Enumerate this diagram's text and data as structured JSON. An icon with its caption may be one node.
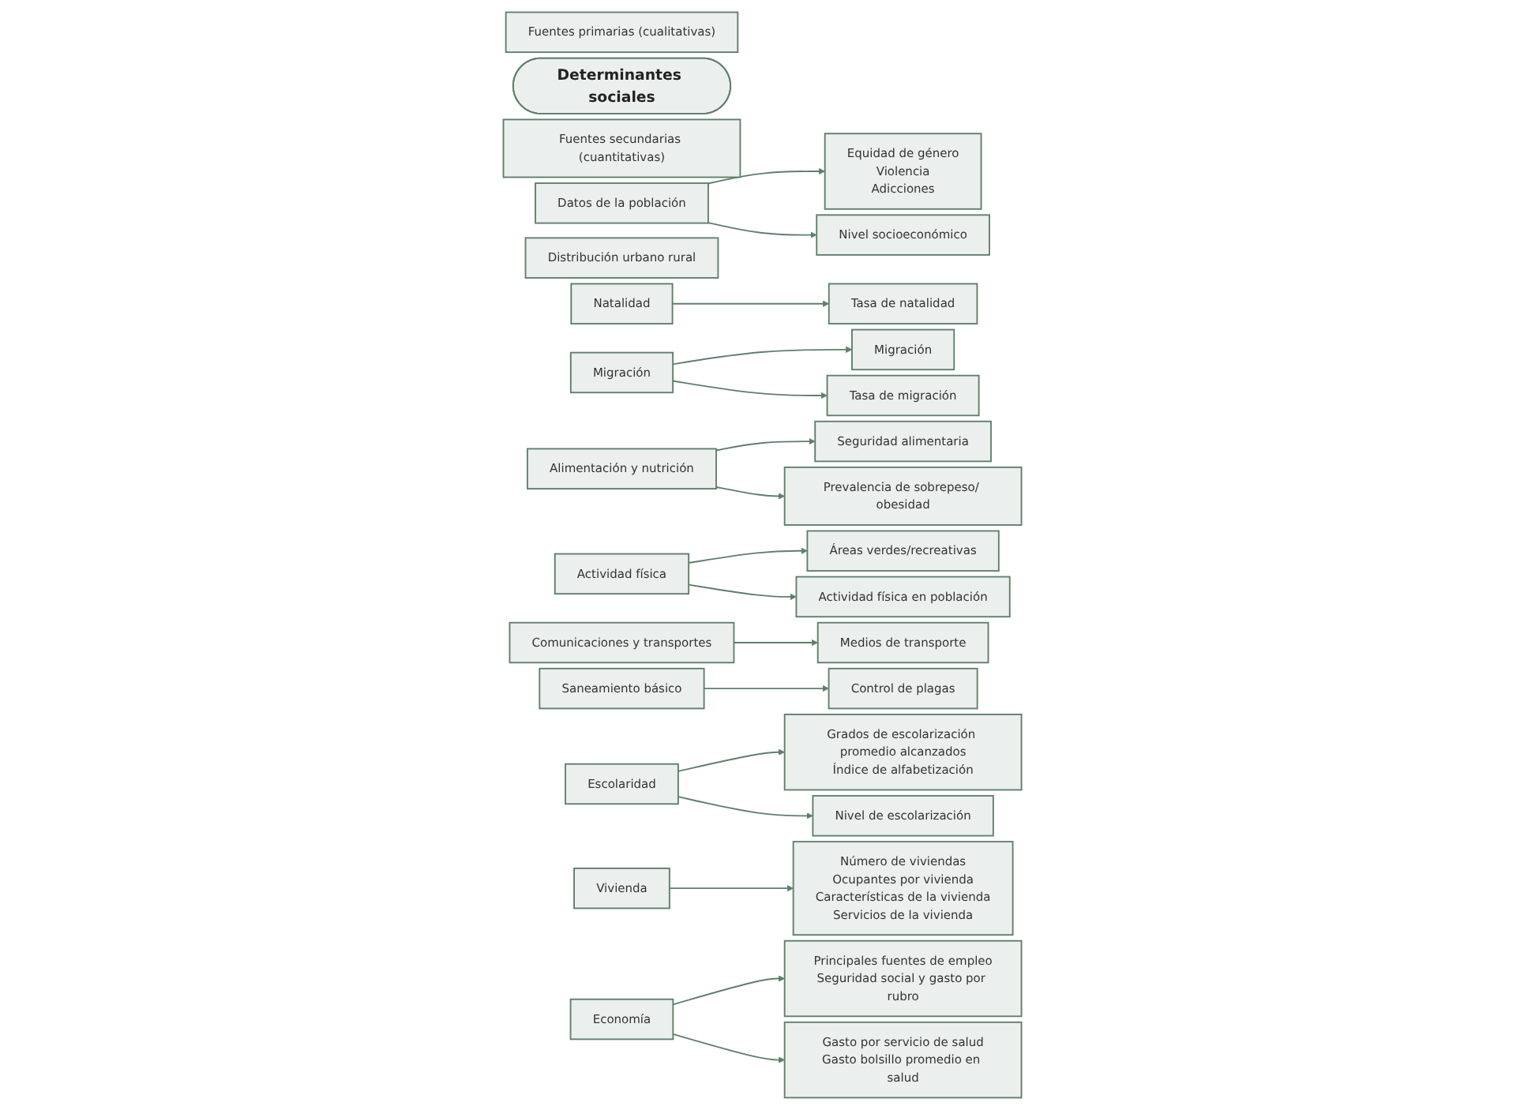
{
  "diagram": {
    "nodes": [
      {
        "text": [
          "Fuentes primarias (cualitativas)"
        ]
      },
      {
        "text": [
          "Determinantes sociales"
        ]
      },
      {
        "text": [
          "Fuentes secundarias (cuantitativas)"
        ]
      },
      {
        "text": [
          "Equidad de género",
          "Violencia",
          "Adicciones"
        ]
      },
      {
        "text": [
          "Datos de la población"
        ]
      },
      {
        "text": [
          "Nivel socioeconómico"
        ]
      },
      {
        "text": [
          "Distribución urbano rural"
        ]
      },
      {
        "text": [
          "Natalidad"
        ]
      },
      {
        "text": [
          "Tasa de natalidad"
        ]
      },
      {
        "text": [
          "Migración"
        ]
      },
      {
        "text": [
          "Migración"
        ]
      },
      {
        "text": [
          "Tasa de migración"
        ]
      },
      {
        "text": [
          "Seguridad alimentaria"
        ]
      },
      {
        "text": [
          "Alimentación y nutrición"
        ]
      },
      {
        "text": [
          "Prevalencia de sobrepeso/ obesidad"
        ]
      },
      {
        "text": [
          "Áreas verdes/recreativas"
        ]
      },
      {
        "text": [
          "Actividad física"
        ]
      },
      {
        "text": [
          "Actividad física en población"
        ]
      },
      {
        "text": [
          "Medios de transporte"
        ]
      },
      {
        "text": [
          "Comunicaciones y transportes"
        ]
      },
      {
        "text": [
          "Control de plagas"
        ]
      },
      {
        "text": [
          "Saneamiento básico"
        ]
      },
      {
        "text": [
          "Grados de escolarización promedio alcanzados",
          "Índice de alfabetización"
        ]
      },
      {
        "text": [
          "Nivel de escolarización"
        ]
      },
      {
        "text": [
          "Escolaridad"
        ]
      },
      {
        "text": [
          "Número de viviendas",
          "Ocupantes por vivienda",
          "Características de la vivienda",
          "Servicios de la vivienda"
        ]
      },
      {
        "text": [
          "Vivienda"
        ]
      },
      {
        "text": [
          "Principales fuentes de empleo",
          "Seguridad social y gasto por rubro"
        ]
      },
      {
        "text": [
          "Economía"
        ]
      },
      {
        "text": [
          "Gasto por servicio de salud",
          "Gasto bolsillo promedio en salud"
        ]
      }
    ],
    "edges": [
      {
        "from": 4,
        "to": 3,
        "arrow": "to"
      },
      {
        "from": 4,
        "to": 5,
        "arrow": "to"
      },
      {
        "from": 7,
        "to": 8,
        "arrow": "to"
      },
      {
        "from": 10,
        "to": 9,
        "arrow": "to"
      },
      {
        "from": 10,
        "to": 11,
        "arrow": "to"
      },
      {
        "from": 13,
        "to": 12,
        "arrow": "to"
      },
      {
        "from": 13,
        "to": 14,
        "arrow": "to"
      },
      {
        "from": 16,
        "to": 15,
        "arrow": "to"
      },
      {
        "from": 16,
        "to": 17,
        "arrow": "to"
      },
      {
        "from": 19,
        "to": 18,
        "arrow": "to"
      },
      {
        "from": 21,
        "to": 20,
        "arrow": "to"
      },
      {
        "from": 24,
        "to": 22,
        "arrow": "to"
      },
      {
        "from": 24,
        "to": 23,
        "arrow": "to"
      },
      {
        "from": 26,
        "to": 25,
        "arrow": "to"
      },
      {
        "from": 28,
        "to": 27,
        "arrow": "to"
      },
      {
        "from": 28,
        "to": 29,
        "arrow": "to"
      }
    ]
  }
}
